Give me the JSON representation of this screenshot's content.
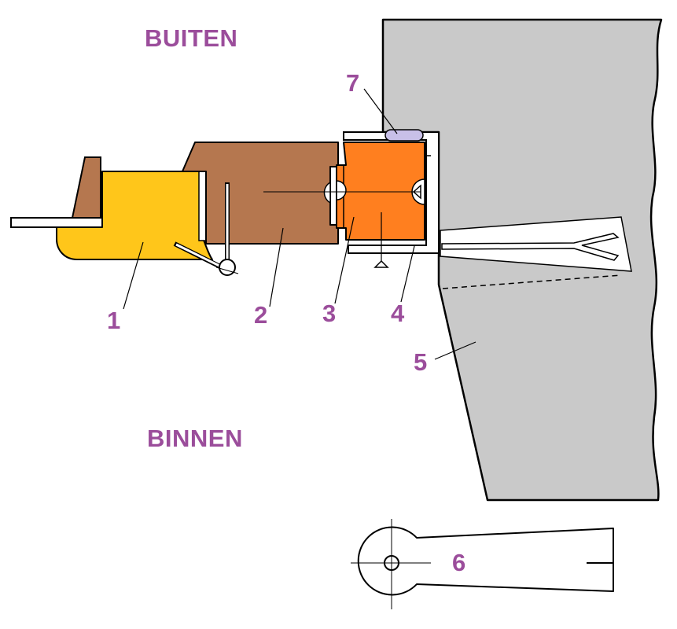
{
  "zones": {
    "outside": "BUITEN",
    "inside": "BINNEN"
  },
  "labels": [
    "1",
    "2",
    "3",
    "4",
    "5",
    "6",
    "7"
  ],
  "colors": {
    "masonry": "#c9c9c9",
    "sash_frame": "#ffc61a",
    "wooden_frame": "#b5774f",
    "strip": "#ff7f1f",
    "seal": "#c8c0e8",
    "label": "#9b4d9b",
    "outline": "#000000"
  }
}
